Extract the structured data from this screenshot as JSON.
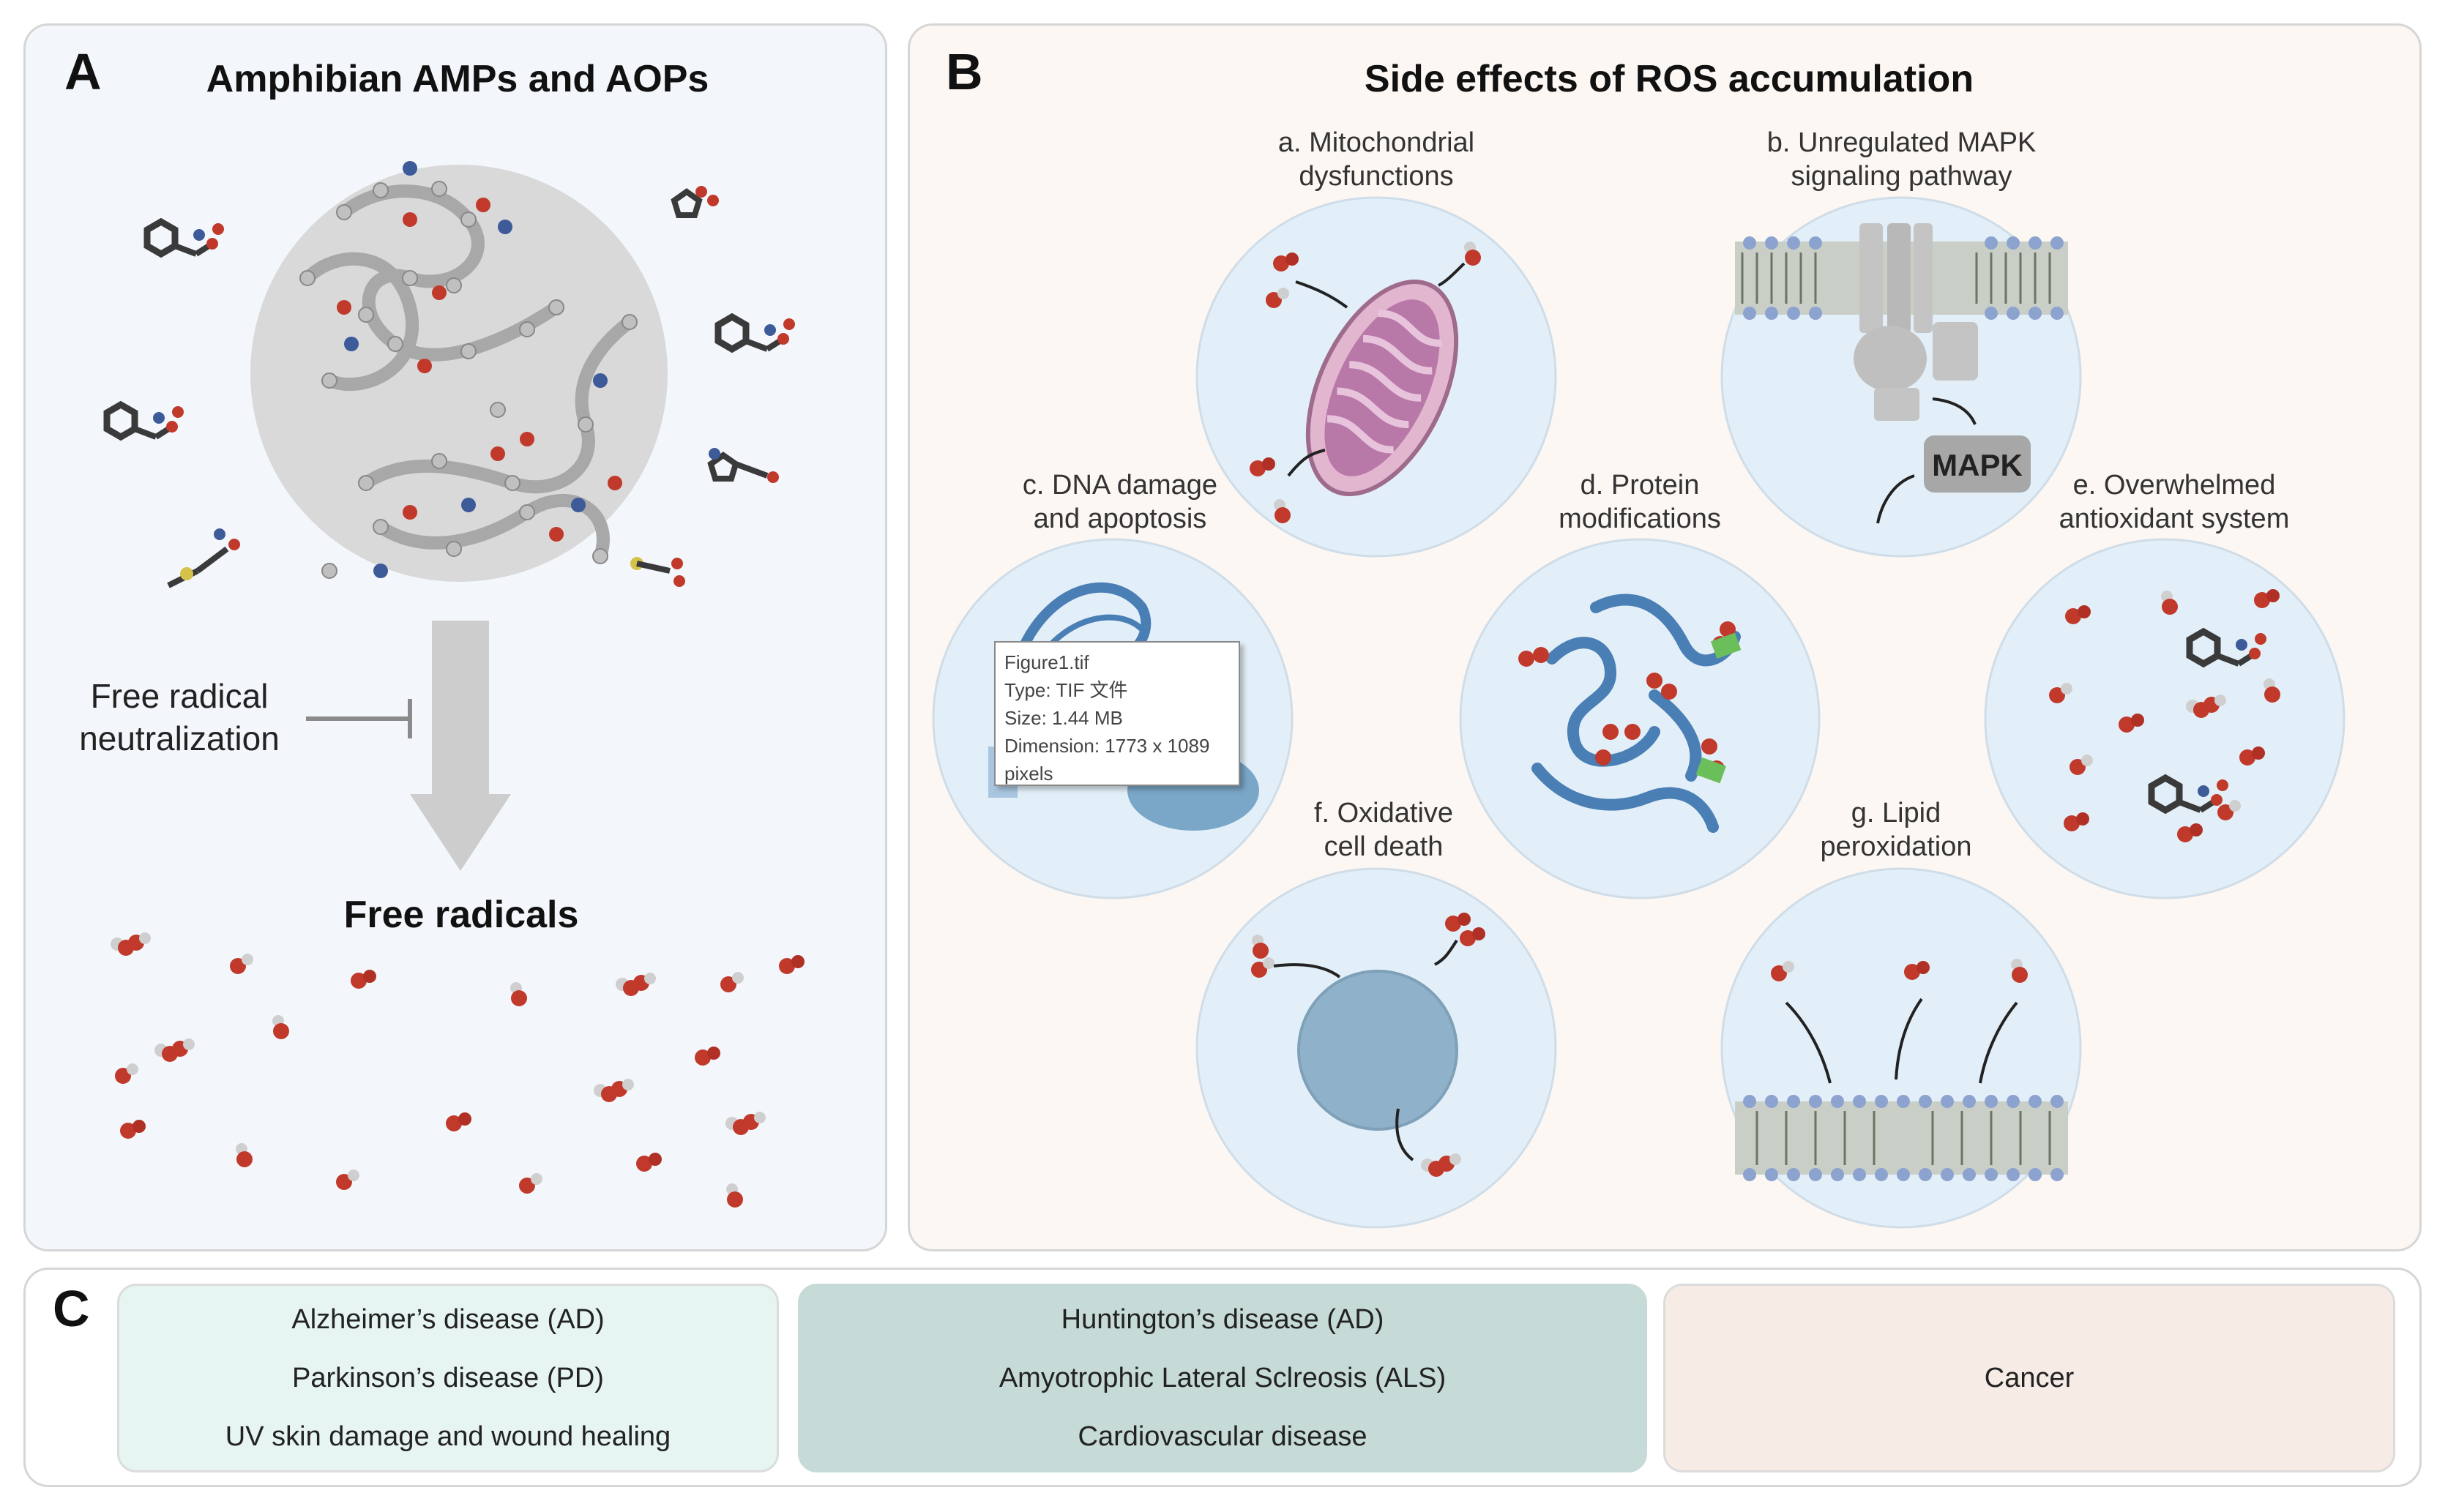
{
  "panel_a": {
    "letter": "A",
    "title": "Amphibian AMPs and AOPs",
    "neutralization_label": [
      "Free radical",
      "neutralization"
    ],
    "free_radicals_label": "Free radicals"
  },
  "panel_b": {
    "letter": "B",
    "title": "Side effects of ROS accumulation",
    "effects": {
      "a": [
        "a. Mitochondrial",
        "dysfunctions"
      ],
      "b": [
        "b. Unregulated MAPK",
        "signaling pathway"
      ],
      "c": [
        "c. DNA damage",
        "and apoptosis"
      ],
      "d": [
        "d. Protein",
        "modifications"
      ],
      "e": [
        "e. Overwhelmed",
        "antioxidant system"
      ],
      "f": [
        "f. Oxidative",
        "cell death"
      ],
      "g": [
        "g. Lipid",
        "peroxidation"
      ]
    },
    "mapk_label": "MAPK",
    "tooltip": {
      "line1": "Figure1.tif",
      "line2": "Type: TIF 文件",
      "line3": "Size: 1.44 MB",
      "line4": "Dimension: 1773 x 1089",
      "line5": "pixels"
    }
  },
  "panel_c": {
    "letter": "C",
    "group1": [
      "Alzheimer’s disease (AD)",
      "Parkinson’s disease (PD)",
      "UV skin damage and wound healing"
    ],
    "group2": [
      "Huntington’s disease (AD)",
      "Amyotrophic Lateral Sclreosis (ALS)",
      "Cardiovascular disease"
    ],
    "group3": [
      "Cancer"
    ]
  },
  "colors": {
    "panel_a_bg": "#f3f7fb",
    "panel_b_bg": "#fcf7f3",
    "circle_fill": "#e3eff8",
    "oxygen_red": "#c0392b",
    "hydrogen_gray": "#cfcfcf",
    "protein_blue": "#4a7fb5",
    "mitochondria_pink": "#b878a8",
    "box1": "#e6f4f2",
    "box2": "#c6dad7",
    "box3": "#f6ebe5"
  },
  "icons": [
    "peptide-ball-and-stick",
    "small-molecule-antioxidant",
    "inhibition-arrow",
    "ros-molecule",
    "mitochondrion",
    "membrane-receptor",
    "dna-helix",
    "protein-ribbon",
    "cell-blob",
    "lipid-bilayer"
  ]
}
